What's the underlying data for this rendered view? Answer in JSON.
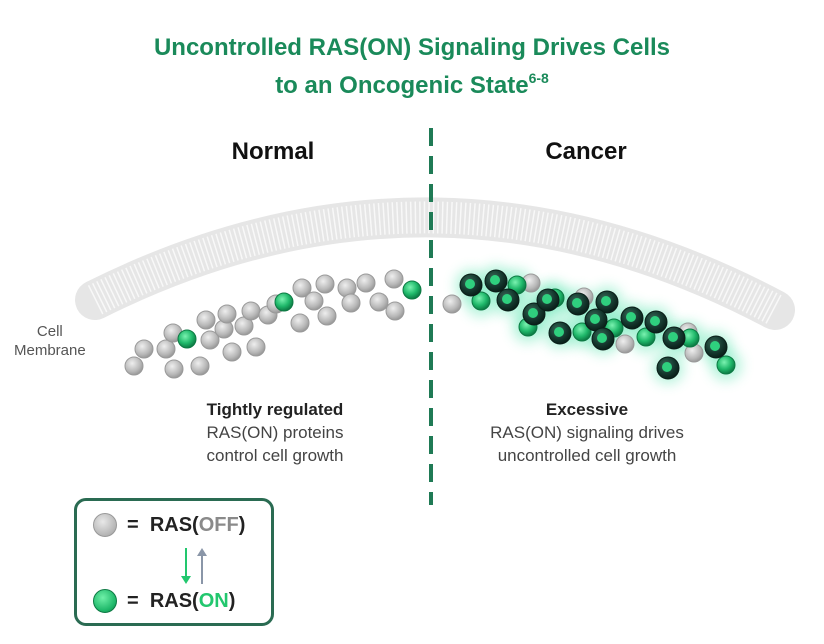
{
  "title": {
    "line1": "Uncontrolled RAS(ON) Signaling Drives Cells",
    "line2": "to an Oncogenic State",
    "citation": "6-8"
  },
  "panels": {
    "normal": {
      "heading": "Normal",
      "caption_bold": "Tightly regulated",
      "caption_line2": "RAS(ON) proteins",
      "caption_line3": "control cell growth"
    },
    "cancer": {
      "heading": "Cancer",
      "caption_bold": "Excessive",
      "caption_line2": "RAS(ON) signaling drives",
      "caption_line3": "uncontrolled cell growth"
    }
  },
  "membrane_label": {
    "line1": "Cell",
    "line2": "Membrane"
  },
  "legend": {
    "off_prefix": "RAS(",
    "off_state": "OFF",
    "off_suffix": ")",
    "on_prefix": "RAS(",
    "on_state": "ON",
    "on_suffix": ")",
    "equals": "="
  },
  "colors": {
    "title_green": "#1a8a5a",
    "ras_on_green": "#22c76e",
    "ras_off_gray": "#b5b5b5",
    "divider_green": "#1f7a55",
    "legend_border": "#2a6b52"
  }
}
